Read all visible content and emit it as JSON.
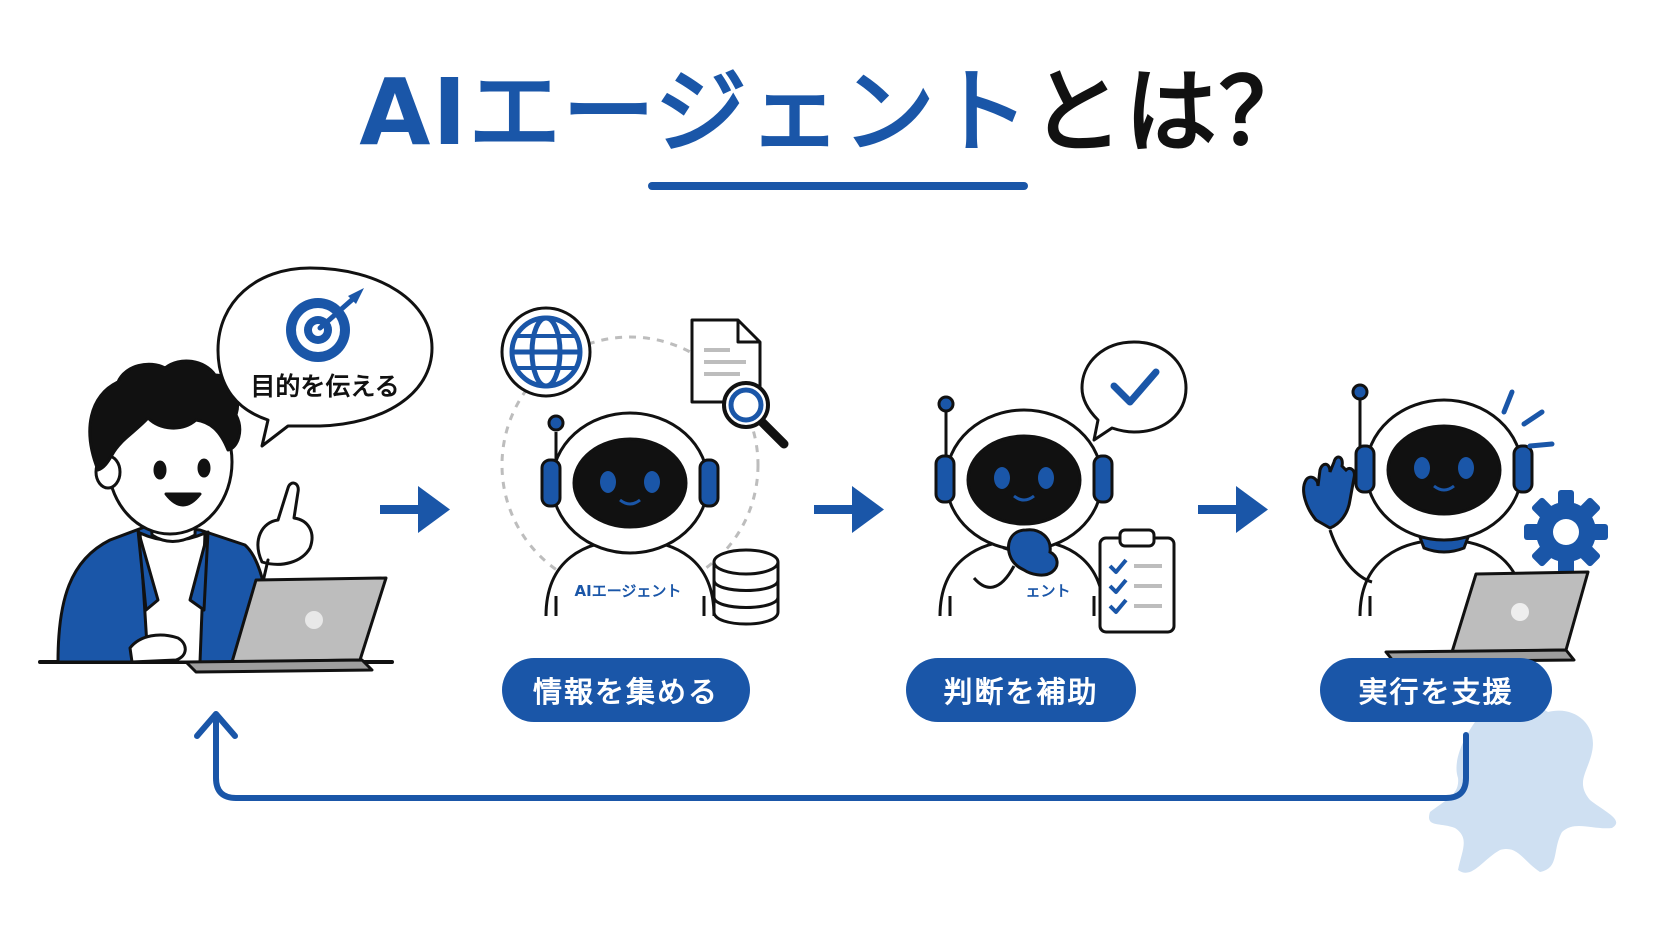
{
  "title": {
    "accent": "AIエージェント",
    "rest": "とは？"
  },
  "bubble": {
    "label": "目的を伝える"
  },
  "robot": {
    "chest_label": "AIエージェント",
    "chest_label_partial": "ェント"
  },
  "steps": [
    {
      "label": "情報を集める"
    },
    {
      "label": "判断を補助"
    },
    {
      "label": "実行を支援"
    }
  ],
  "colors": {
    "accent": "#1a56a8",
    "dark": "#111111",
    "laptop": "#bdbdbd",
    "splash": "#cfe0f2"
  },
  "icons": [
    "target-icon",
    "globe-icon",
    "document-icon",
    "magnifier-icon",
    "database-icon",
    "check-icon",
    "clipboard-checklist-icon",
    "gear-icon",
    "laptop-icon",
    "arrow-right-icon",
    "feedback-arrow-icon"
  ]
}
